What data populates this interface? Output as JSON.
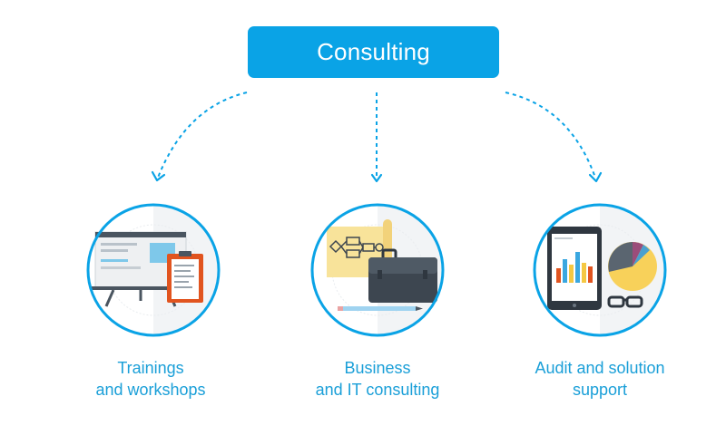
{
  "top": {
    "label": "Consulting"
  },
  "colors": {
    "accent": "#0aa3e6",
    "caption": "#1a9fd8"
  },
  "nodes": [
    {
      "icon": "presentation-board-icon",
      "line1": "Trainings",
      "line2": "and workshops"
    },
    {
      "icon": "briefcase-blueprint-icon",
      "line1": "Business",
      "line2": "and IT consulting"
    },
    {
      "icon": "tablet-charts-icon",
      "line1": "Audit and solution",
      "line2": "support"
    }
  ]
}
